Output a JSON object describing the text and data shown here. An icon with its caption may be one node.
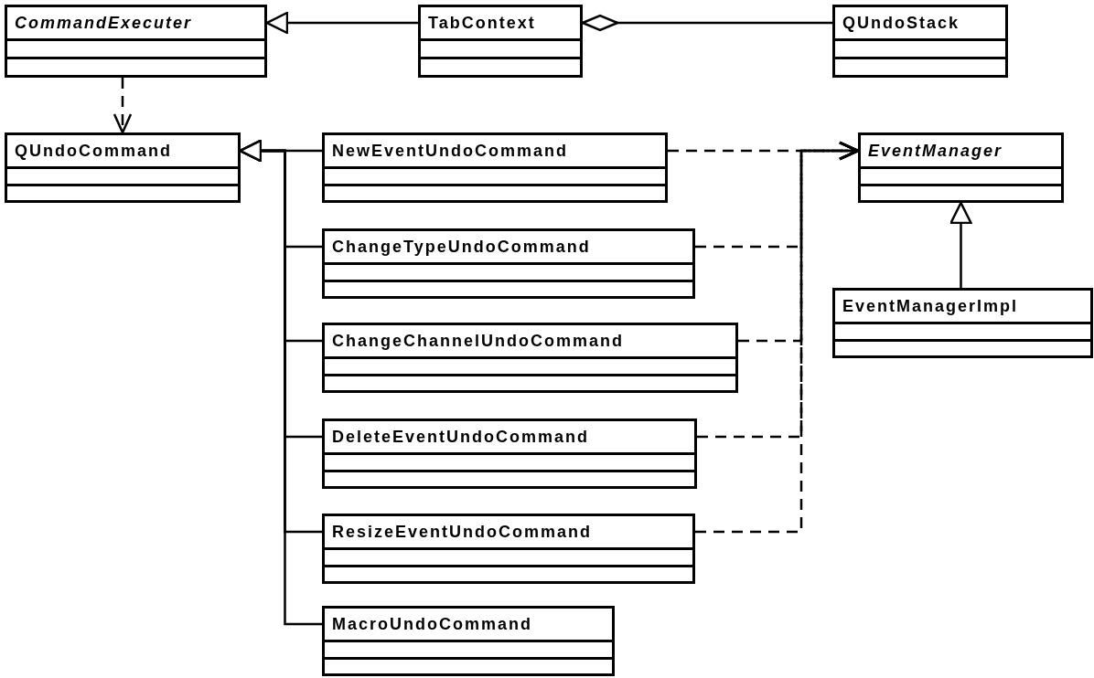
{
  "diagram": {
    "nodes": [
      {
        "text": [
          "CommandExecuter"
        ]
      },
      {
        "text": [
          "TabContext"
        ]
      },
      {
        "text": [
          "QUndoStack"
        ]
      },
      {
        "text": [
          "QUndoCommand"
        ]
      },
      {
        "text": [
          "NewEventUndoCommand"
        ]
      },
      {
        "text": [
          "EventManager"
        ]
      },
      {
        "text": [
          "ChangeTypeUndoCommand"
        ]
      },
      {
        "text": [
          "EventManagerImpl"
        ]
      },
      {
        "text": [
          "ChangeChannelUndoCommand"
        ]
      },
      {
        "text": [
          "DeleteEventUndoCommand"
        ]
      },
      {
        "text": [
          "ResizeEventUndoCommand"
        ]
      },
      {
        "text": [
          "MacroUndoCommand"
        ]
      }
    ],
    "edges": [
      {
        "from": 1,
        "to": 0,
        "arrow": "to"
      },
      {
        "from": 1,
        "to": 2,
        "arrow": "other"
      },
      {
        "from": 0,
        "to": 3,
        "arrow": "to",
        "style": "dashed"
      },
      {
        "from": 4,
        "to": 3,
        "arrow": "to"
      },
      {
        "from": 6,
        "to": 3,
        "arrow": "to"
      },
      {
        "from": 8,
        "to": 3,
        "arrow": "to"
      },
      {
        "from": 9,
        "to": 3,
        "arrow": "to"
      },
      {
        "from": 10,
        "to": 3,
        "arrow": "to"
      },
      {
        "from": 11,
        "to": 3,
        "arrow": "to"
      },
      {
        "from": 4,
        "to": 5,
        "arrow": "to",
        "style": "dashed"
      },
      {
        "from": 6,
        "to": 5,
        "arrow": "to",
        "style": "dashed"
      },
      {
        "from": 8,
        "to": 5,
        "arrow": "to",
        "style": "dashed"
      },
      {
        "from": 9,
        "to": 5,
        "arrow": "to",
        "style": "dashed"
      },
      {
        "from": 10,
        "to": 5,
        "arrow": "to",
        "style": "dashed"
      },
      {
        "from": 7,
        "to": 5,
        "arrow": "to"
      }
    ]
  }
}
